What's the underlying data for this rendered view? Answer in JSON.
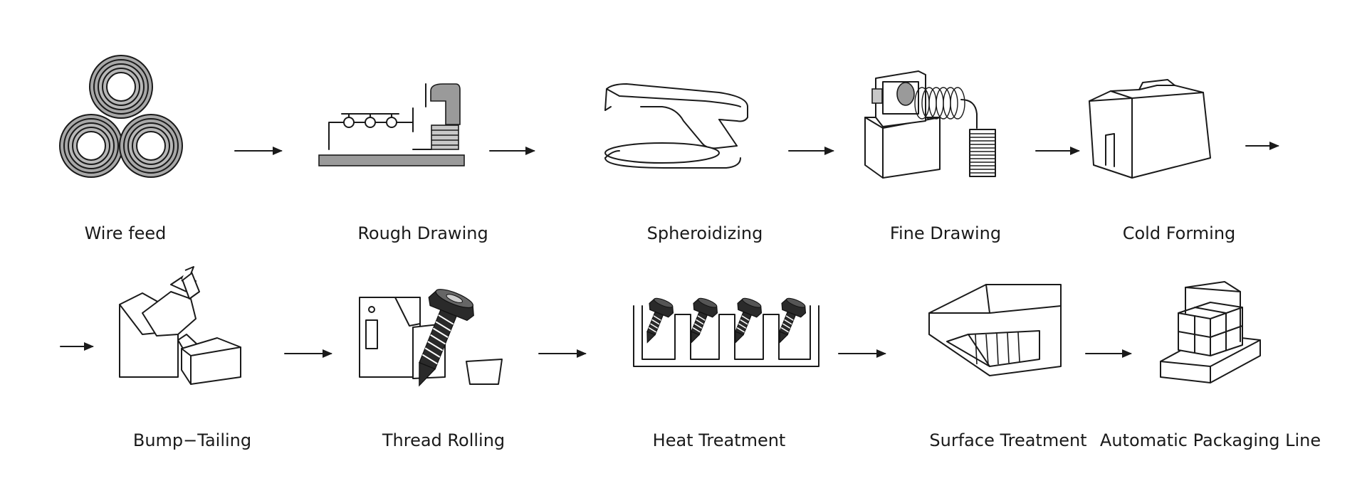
{
  "steps": [
    {
      "label": "Wire feed",
      "icon": "wire-coils-icon"
    },
    {
      "label": "Rough Drawing",
      "icon": "rough-drawing-machine-icon"
    },
    {
      "label": "Spheroidizing",
      "icon": "spheroidizing-furnace-icon"
    },
    {
      "label": "Fine Drawing",
      "icon": "fine-drawing-machine-icon"
    },
    {
      "label": "Cold Forming",
      "icon": "cold-forming-machine-icon"
    },
    {
      "label": "Bump−Tailing",
      "icon": "bump-tailing-machine-icon"
    },
    {
      "label": "Thread Rolling",
      "icon": "thread-rolling-machine-icon"
    },
    {
      "label": "Heat Treatment",
      "icon": "heat-treatment-line-icon"
    },
    {
      "label": "Surface Treatment",
      "icon": "surface-treatment-plant-icon"
    },
    {
      "label": "Automatic Packaging Line",
      "icon": "packaging-pallet-icon"
    }
  ],
  "colors": {
    "line": "#1a1a1a",
    "metal": "#9a9a9a",
    "background": "#ffffff"
  }
}
